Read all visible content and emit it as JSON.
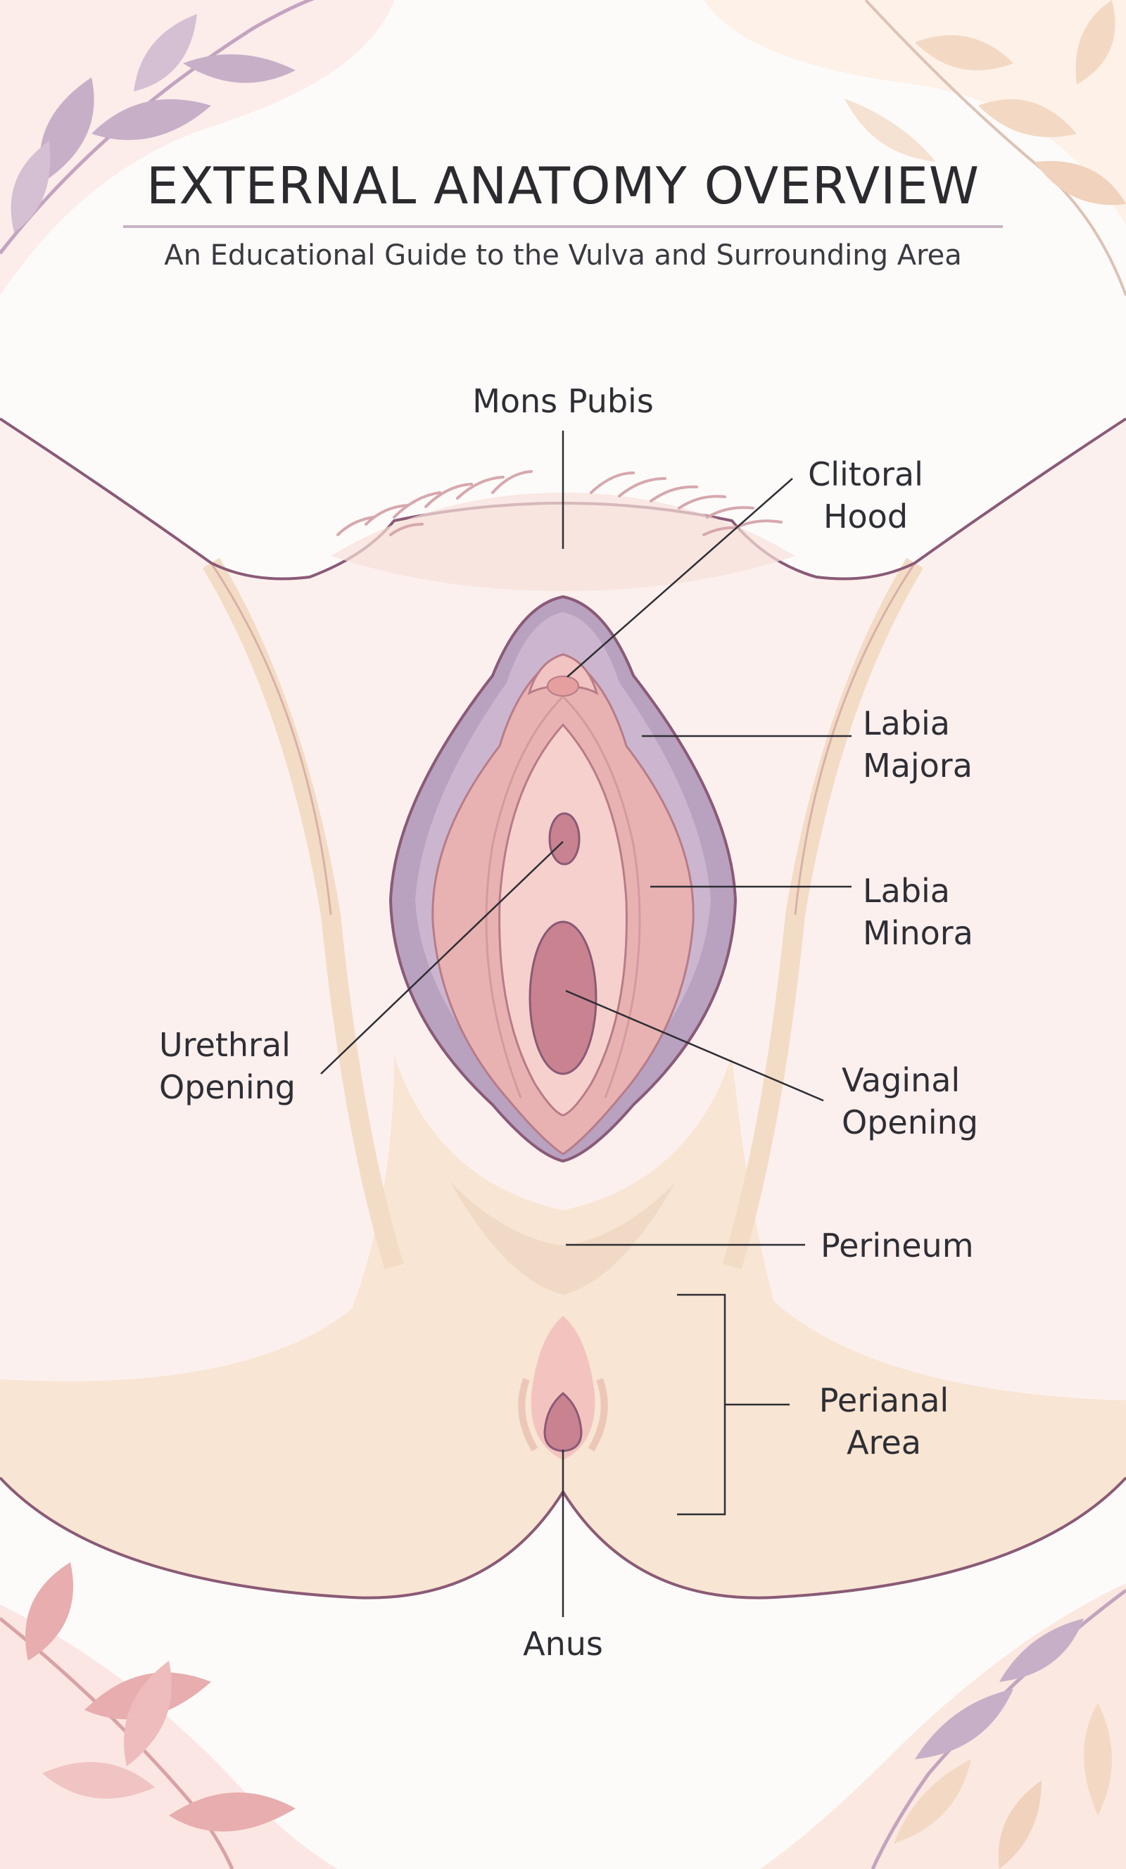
{
  "header": {
    "title": "EXTERNAL ANATOMY OVERVIEW",
    "subtitle": "An Educational Guide to the Vulva and Surrounding Area"
  },
  "labels": {
    "mons_pubis": "Mons Pubis",
    "clitoral_hood": [
      "Clitoral",
      "Hood"
    ],
    "labia_majora": [
      "Labia",
      "Majora"
    ],
    "labia_minora": [
      "Labia",
      "Minora"
    ],
    "urethral_opening": [
      "Urethral",
      "Opening"
    ],
    "vaginal_opening": [
      "Vaginal",
      "Opening"
    ],
    "perineum": "Perineum",
    "perianal_area": [
      "Perianal",
      "Area"
    ],
    "anus": "Anus"
  },
  "colors": {
    "skin_light": "#fbeeee",
    "skin_warm": "#f7e4d4",
    "labia_majora": "#b9a1c0",
    "labia_minora": "#e9b2b2",
    "inner": "#f6d0cd",
    "opening": "#c98290",
    "outline": "#8a5a76",
    "leaf_purple": "#c7afc8",
    "leaf_pink": "#e8adae",
    "leaf_peach": "#f3d9c3"
  }
}
